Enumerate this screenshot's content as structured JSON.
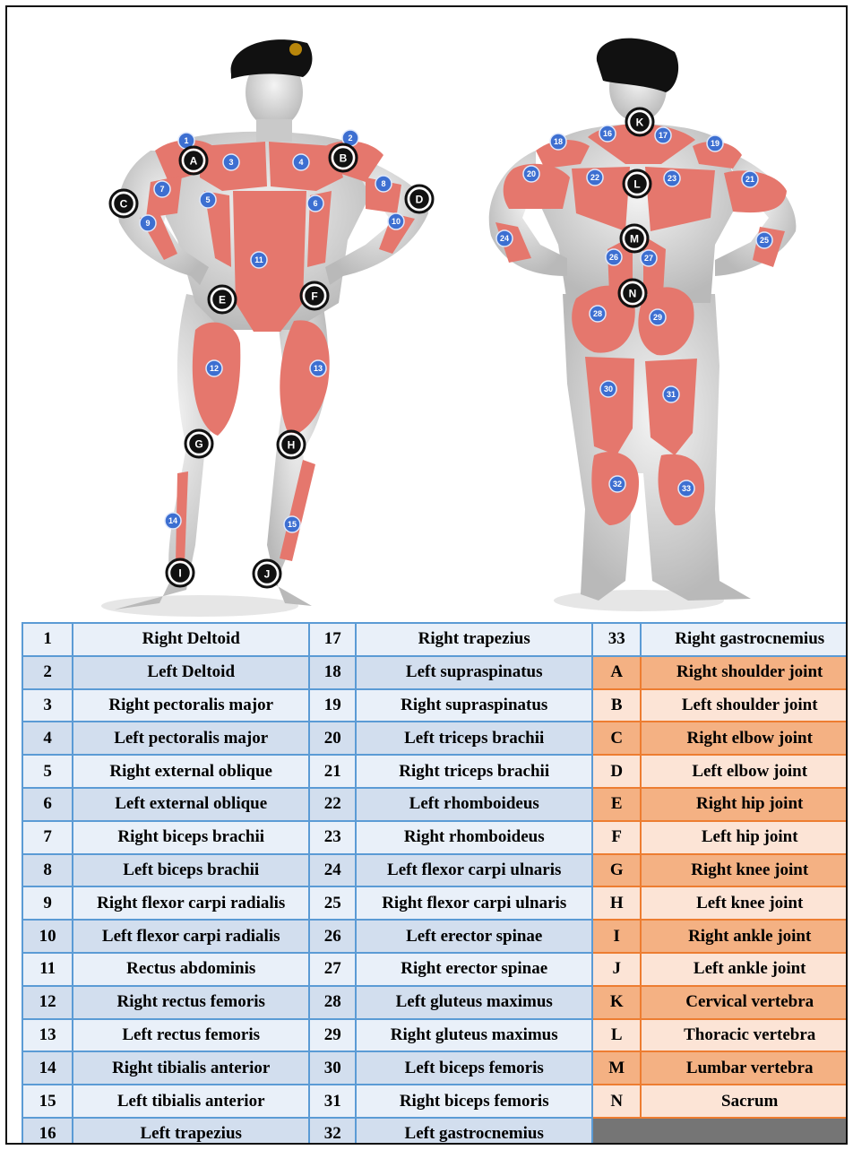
{
  "markers": {
    "numbers": [
      "1",
      "2",
      "3",
      "4",
      "5",
      "6",
      "7",
      "8",
      "9",
      "10",
      "11",
      "12",
      "13",
      "14",
      "15",
      "16",
      "17",
      "18",
      "19",
      "20",
      "21",
      "22",
      "23",
      "24",
      "25",
      "26",
      "27",
      "28",
      "29",
      "30",
      "31",
      "32",
      "33"
    ],
    "letters": [
      "A",
      "B",
      "C",
      "D",
      "E",
      "F",
      "G",
      "H",
      "I",
      "J",
      "K",
      "L",
      "M",
      "N"
    ]
  },
  "legend": {
    "rows": [
      {
        "n1": "1",
        "m1": "Right Deltoid",
        "n2": "17",
        "m2": "Right trapezius",
        "k": "33",
        "j": "Right gastrocnemius"
      },
      {
        "n1": "2",
        "m1": "Left Deltoid",
        "n2": "18",
        "m2": "Left supraspinatus",
        "k": "A",
        "j": "Right shoulder joint"
      },
      {
        "n1": "3",
        "m1": "Right pectoralis major",
        "n2": "19",
        "m2": "Right supraspinatus",
        "k": "B",
        "j": "Left shoulder joint"
      },
      {
        "n1": "4",
        "m1": "Left pectoralis major",
        "n2": "20",
        "m2": "Left triceps brachii",
        "k": "C",
        "j": "Right elbow joint"
      },
      {
        "n1": "5",
        "m1": "Right external oblique",
        "n2": "21",
        "m2": "Right triceps brachii",
        "k": "D",
        "j": "Left elbow joint"
      },
      {
        "n1": "6",
        "m1": "Left external oblique",
        "n2": "22",
        "m2": "Left rhomboideus",
        "k": "E",
        "j": "Right hip joint"
      },
      {
        "n1": "7",
        "m1": "Right biceps brachii",
        "n2": "23",
        "m2": "Right rhomboideus",
        "k": "F",
        "j": "Left hip joint"
      },
      {
        "n1": "8",
        "m1": "Left biceps brachii",
        "n2": "24",
        "m2": "Left flexor carpi ulnaris",
        "k": "G",
        "j": "Right knee joint"
      },
      {
        "n1": "9",
        "m1": "Right flexor carpi radialis",
        "n2": "25",
        "m2": "Right flexor carpi ulnaris",
        "k": "H",
        "j": "Left knee joint"
      },
      {
        "n1": "10",
        "m1": "Left flexor carpi radialis",
        "n2": "26",
        "m2": "Left erector spinae",
        "k": "I",
        "j": "Right ankle joint"
      },
      {
        "n1": "11",
        "m1": "Rectus abdominis",
        "n2": "27",
        "m2": "Right erector spinae",
        "k": "J",
        "j": "Left ankle joint"
      },
      {
        "n1": "12",
        "m1": "Right rectus femoris",
        "n2": "28",
        "m2": "Left gluteus maximus",
        "k": "K",
        "j": "Cervical vertebra"
      },
      {
        "n1": "13",
        "m1": "Left rectus femoris",
        "n2": "29",
        "m2": "Right gluteus maximus",
        "k": "L",
        "j": "Thoracic vertebra"
      },
      {
        "n1": "14",
        "m1": "Right tibialis anterior",
        "n2": "30",
        "m2": "Left biceps femoris",
        "k": "M",
        "j": "Lumbar vertebra"
      },
      {
        "n1": "15",
        "m1": "Left tibialis anterior",
        "n2": "31",
        "m2": "Right biceps femoris",
        "k": "N",
        "j": "Sacrum"
      },
      {
        "n1": "16",
        "m1": "Left trapezius",
        "n2": "32",
        "m2": "Left gastrocnemius",
        "k": "",
        "j": ""
      }
    ]
  },
  "colors": {
    "muscle": "#e5776d",
    "body": "#d6d6d6",
    "badge_number": "#3d6fd1",
    "badge_letter": "#111111",
    "table_border": "#5b9bd5",
    "joint_border": "#ed7d31"
  }
}
